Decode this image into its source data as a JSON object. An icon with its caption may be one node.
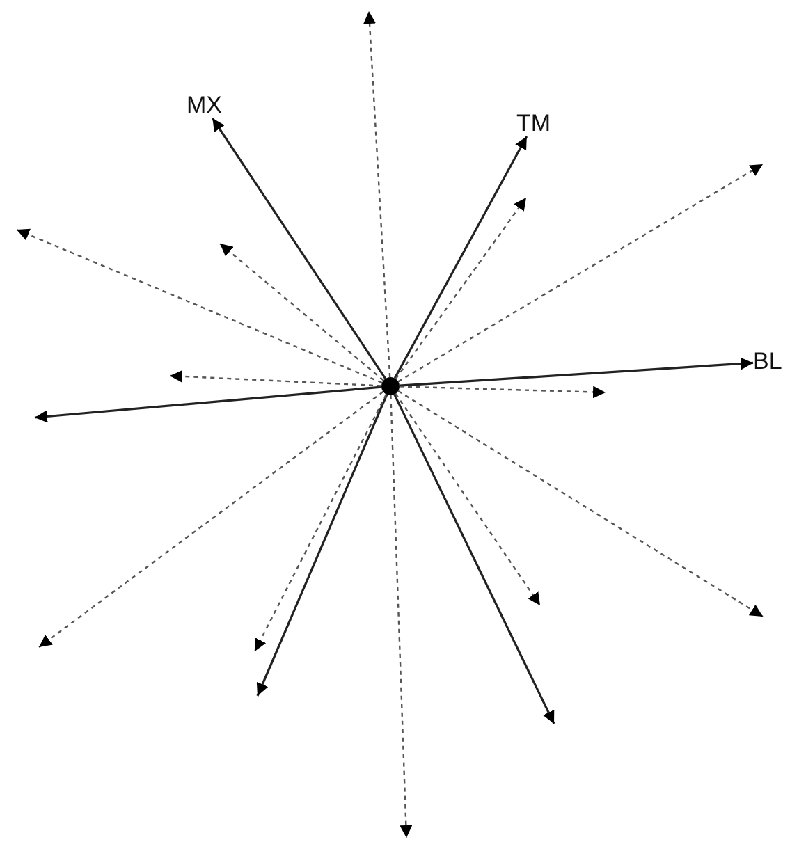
{
  "diagram": {
    "nodes": [
      {
        "text": [],
        "shape": "circle"
      },
      {
        "text": [
          "MX"
        ]
      },
      {
        "text": [
          "TM"
        ]
      },
      {
        "text": [
          "BL"
        ]
      }
    ],
    "edges": [
      {
        "from": 0,
        "to": 1,
        "arrow": "to"
      },
      {
        "from": 0,
        "to": 2,
        "arrow": "to"
      },
      {
        "from": 0,
        "to": 3,
        "arrow": "to"
      },
      {
        "from": 0,
        "to": null,
        "arrow": "to"
      },
      {
        "from": 0,
        "to": null,
        "arrow": "to"
      },
      {
        "from": 0,
        "to": null,
        "arrow": "to"
      },
      {
        "from": 0,
        "to": null,
        "arrow": "to",
        "style": "dashed"
      },
      {
        "from": 0,
        "to": null,
        "arrow": "to",
        "style": "dashed"
      },
      {
        "from": 0,
        "to": null,
        "arrow": "to",
        "style": "dashed"
      },
      {
        "from": 0,
        "to": null,
        "arrow": "to",
        "style": "dashed"
      },
      {
        "from": 0,
        "to": null,
        "arrow": "to",
        "style": "dashed"
      },
      {
        "from": 0,
        "to": null,
        "arrow": "to",
        "style": "dashed"
      },
      {
        "from": 0,
        "to": null,
        "arrow": "to",
        "style": "dashed"
      },
      {
        "from": 0,
        "to": null,
        "arrow": "to",
        "style": "dashed"
      },
      {
        "from": 0,
        "to": null,
        "arrow": "to",
        "style": "dashed"
      },
      {
        "from": 0,
        "to": null,
        "arrow": "to",
        "style": "dashed"
      },
      {
        "from": 0,
        "to": null,
        "arrow": "to",
        "style": "dashed"
      },
      {
        "from": 0,
        "to": null,
        "arrow": "to",
        "style": "dashed"
      }
    ]
  }
}
